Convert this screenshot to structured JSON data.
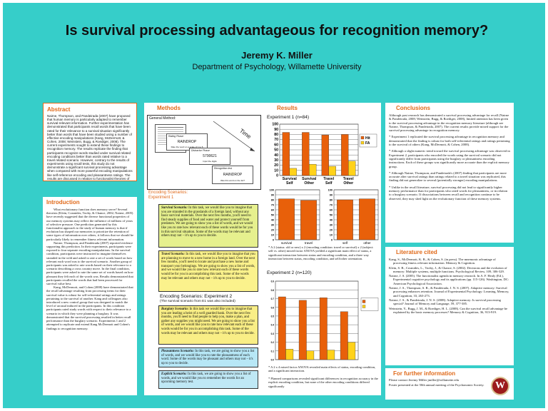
{
  "header": {
    "title": "Is survival processing advantageous for recognition memory?",
    "author": "Jeremy K. Miller",
    "department": "Department of Psychology, Willamette University"
  },
  "abstract": {
    "heading": "Abstract",
    "text": "Nairne, Thompson, and Pandeirada (2007) have proposed that human memory is particularly adapted to remember survival-relevant information. Further experimentation has demonstrated that participants recall words that have been rated for their relevance to a survival situation significantly better than words that have been studied using a number of effective encoding manipulations (Kang, McDermott, & Cohen, 2008; Weinstein, Bugg, & Roediger, 2008). The current experiments sought to extend these findings to recognition memory. The results replicate the finding that participants recognize words studied under survival related encoding conditions better than words rated relative to a travel related scenario. However, contrary to the results of experiments using recall tests, this study do not demonstrate a significant survival processing advantage when compared with more powerful encoding manipulations like self-reference encoding and pleasantness ratings. The results are discussed in relation to functionalist theories of human memory (Nairne, 2005)."
  },
  "intro": {
    "heading": "Introduction",
    "p1": "What evolutionary function does memory serve? Several theorists (Klein, Cosmides, Tooby, & Chance, 2002; Nairne, 2005) have recently suggested that the diverse functional properties of our memory systems may reflect the influence of millions of years of selective pressure. One prediction generated by this functionalist approach to the study of human memory is that if evolution has shaped our memories to prioritize the retention of some types of information over others, it follows that we should be particularly likely to remember fitness relevant information.",
    "p2": "Nairne, Thompson, and Pandeirada (2007) reported evidence supporting this prediction. In their experiments, participants were exposed to four separate encoding manipulations. In the survival condition, participants were instructed to imagine themselves stranded in the wild and asked to rate a set of words based on how relevant each word was to the survival scenario. Another group of participants was asked to rate words based on their relevance to a scenario describing a cross country move. In the final condition, participants were asked to rate the same set of words based on how pleasant they felt each of the words was. Results demonstrated that participants recalled the words that had been processed for survival value best.",
    "p3": "Kang, McDermott, and Cohen (2008) have demonstrated that the recall advantage resulting from processing items for their survival value is robust for self-referential ratings and ratings pertaining to the survival of another. Kang and colleagues also introduced a new control group that was designed to match the level of arousal induced in the participants. In this condition participants rated study words with respect to their relevance to a scenario in which they were planning a burglary. It was demonstrated that the survival processing resulted in better recall performance than the burglary scenario. Experiments 1 and 2 attempted to replicate and extend Kang McDermott and Cohen's findings to recognition memory."
  },
  "methods": {
    "heading": "Methods",
    "general_label": "General Method:",
    "rating_label": "Rating Phase",
    "distractor_label": "Distractor Phase",
    "recog_label": "Recognition test",
    "word1": "RAINDROP",
    "word2": "5790621",
    "word3": "RAINDROP",
    "rate_note": "Rate the word on a scale of 1 to 5",
    "digit_note": "Input the digits",
    "recog_note": "Was this word on the list?",
    "time_label": "Time",
    "encoding_heading": "Encoding Scenarios:",
    "exp1_label": "Experiment 1",
    "survival_name": "Survival Scenario:",
    "survival_text": "In this task, we would like you to imagine that you are stranded in the grasslands of a foreign land, without any basic survival materials. Over the next few months, you'll need to find steady supplies of food and water and protect yourself from predators. We are going to show you a list of words, and we would like you to rate how relevant each of these words would be for you in this survival situation. Some of the words may be relevant and others may not – it's up to you to decide.",
    "travel_name": "Travel Scenario:",
    "travel_text": "In this task, we would like you to imagine that you are planning to move to a new home in a foreign land. Over the next few months, you'll need to locate and purchase a new home and transport your belongings. We are going to show you a list of words, and we would like you to rate how relevant each of these words would be for you in accomplishing this task. Some of the words may be relevant and others may not – it's up to you to decide.",
    "exp2_heading": "Encoding Scenarios: Experiment 2",
    "exp2_note": "(The survival scenario from E1 was also included)",
    "burglary_name": "Burglary Scenario:",
    "burglary_text": "In this task we would like you to imagine that you are leading a heist of a well guarded bank. Over the next few months, you'll need to find people to help you, make a plan, and gather any supplies you might need. We are going to show you a list of words, and we would like you to rate how relevant each of these words would be for you in accomplishing this task. Some of the words may be relevant and others may not – it's up to you to decide.",
    "pleasant_name": "Pleasantness Scenario:",
    "pleasant_text": "In this task, we are going to show you a list of words, and we would like you to rate the pleasantness of each word. Some of the words may be pleasant and others may not – it's up to you to decide.",
    "explicit_name": "Explicit Scenario:",
    "explicit_text": "In this task, we are going to show you a list of words, and we would like you to remember the words for an upcoming memory test."
  },
  "results": {
    "heading": "Results",
    "exp1_label": "Experiment 1 (n=84)",
    "exp2_label": "Experiment 2 (n=120)",
    "note1": "* A 2 (status: old or new) x 2 (encoding condition: travel or survival) x 2 (subject: self vs. other) mixed factor ANOVA yielded a significant main effect of status, a significant interaction between status and encoding condition, and a three way interaction between status, encoding condition, and self/other orientation.",
    "note2": "* A 2 x 4 mixed factor ANOVA revealed main effects of status, encoding condition, and a significant interaction.",
    "note3": "* Planned comparisons revealed significant differences in recognition accuracy in the explicit encoding condition, but none of the other encoding conditions differed significantly"
  },
  "conclusions": {
    "heading": "Conclusions",
    "p1": "Although past research has demonstrated a survival processing advantage for recall (Nairne & Pandeirada, 2008; Weinstein, Bugg, & Roediger, 2008), limited attention has been given to the survival processing advantage in the recognition memory literature (although see Nairne, Thompson, & Pandeirada, 2007). The current results provide mixed support for the survival processing advantage in recognition memory.",
    "p2": "* Experiment 1 replicated the survival processing advantage in recognition memory and demonstrated that the finding is robust for both self-referential ratings and ratings pertaining to the survival of others (Kang, McDermott, & Cohen, 2008).",
    "p3": "* Although a slight numeric trend toward the survival processing advantage was observed in Experiment 2, participants who encoded the words using the survival scenario did not significantly differ from participants using the burglary or pleasantness encoding instructions. Each of these groups was significantly more accurate than the explicit memory group.",
    "p4": "* Although Nairne, Thompson, and Pandeirada's (2007) finding that participants are more accurate after survival ratings than ratings related to a travel situation was replicated, this finding did not generalize to several (potentially stronger) encoding manipulations.",
    "p5": "* Unlike in the recall literature, survival processing did not lead to significantly higher memory performance than for participants who rated words for pleasantness, or in relation to a burglary scenario. If dissociations between recall and recognition continue to be observed, they may shed light on the evolutionary function of these memory systems."
  },
  "literature": {
    "heading": "Literature cited",
    "refs": [
      "Kang, S., McDermott, K. B., & Cohen, S. (in press). The mnemonic advantage of processing fitness relevant information. Memory & Cognition.",
      "Klein, S. B., Cosmides, L., Tooby, J., & Chance, S. (2002). Decisions and the evolution of memory: Multiple systems, multiple functions. Psychological Review, 109, 306-329.",
      "Nairne, J. S. (2005). The functionalist agenda in memory research. In A. F. Healy (Ed.), Experimental cognitive psychology and its applications (pp. 115-126). Washington, DC: American Psychological Association.",
      "Nairne, J. S., Thompson, S. R., & Pandeirada, J. N. S. (2007). Adaptive memory: Survival processing enhances retention. Journal of Experimental Psychology: Learning, Memory, and Cognition, 33, 263-273.",
      "Nairne, J. S., & Pandeirada, J. N. S. (2008). Adaptive memory: Is survival processing special? Journal of Memory and Language, 59, 377-385.",
      "Weinstein, Y., Bugg, J. M., & Roediger, H. L. (2008). Can the survival recall advantage be explained by the basic memory processes? Memory & Cognition, 36, 913-919."
    ]
  },
  "further": {
    "heading": "For further information",
    "text1": "Please contact Jeremy Miller jmiller@willamette.edu",
    "text2": "Poster presented at the 50th annual meeting of the Psychonomic Society.",
    "logo_letter": "W"
  },
  "chart_data": [
    {
      "type": "bar",
      "categories": [
        "Survival Self",
        "Survival Other",
        "Travel Self",
        "Travel Other"
      ],
      "series": [
        {
          "name": "Hit",
          "values": [
            84,
            84,
            79,
            80
          ]
        },
        {
          "name": "FA",
          "values": [
            14,
            22,
            18,
            28
          ]
        }
      ],
      "ylim": [
        0,
        100
      ],
      "yticks": [
        0,
        10,
        20,
        30,
        40,
        50,
        60,
        70,
        80,
        90,
        100
      ],
      "colors": [
        "#e8600a",
        "#ffd21a"
      ],
      "legend": "right"
    },
    {
      "type": "bar",
      "categories": [
        "survival",
        "travel"
      ],
      "values": [
        82,
        79
      ],
      "ylim": [
        0,
        100
      ],
      "yticks": [
        0,
        10,
        20,
        30,
        40,
        50,
        60,
        70,
        80,
        90,
        100
      ],
      "colors": [
        "#e8600a"
      ]
    },
    {
      "type": "bar",
      "categories": [
        "self",
        "other"
      ],
      "values": [
        80,
        82
      ],
      "ylim": [
        0,
        100
      ],
      "yticks": [
        0,
        10,
        20,
        30,
        40,
        50,
        60,
        70,
        80,
        90,
        100
      ],
      "colors": [
        "#e8600a"
      ]
    },
    {
      "type": "bar",
      "categories": [
        "",
        "",
        "",
        ""
      ],
      "series": [
        {
          "values": [
            0.72,
            0.68,
            0.71,
            0.55
          ]
        },
        {
          "values": [
            0.12,
            0.1,
            0.11,
            0.2
          ]
        }
      ],
      "ylim": [
        0,
        0.9
      ],
      "yticks": [
        0,
        0.1,
        0.2,
        0.3,
        0.4,
        0.5,
        0.6,
        0.7,
        0.8,
        0.9
      ],
      "colors": [
        "#e8600a",
        "#ffd21a"
      ],
      "legend": "right"
    }
  ]
}
